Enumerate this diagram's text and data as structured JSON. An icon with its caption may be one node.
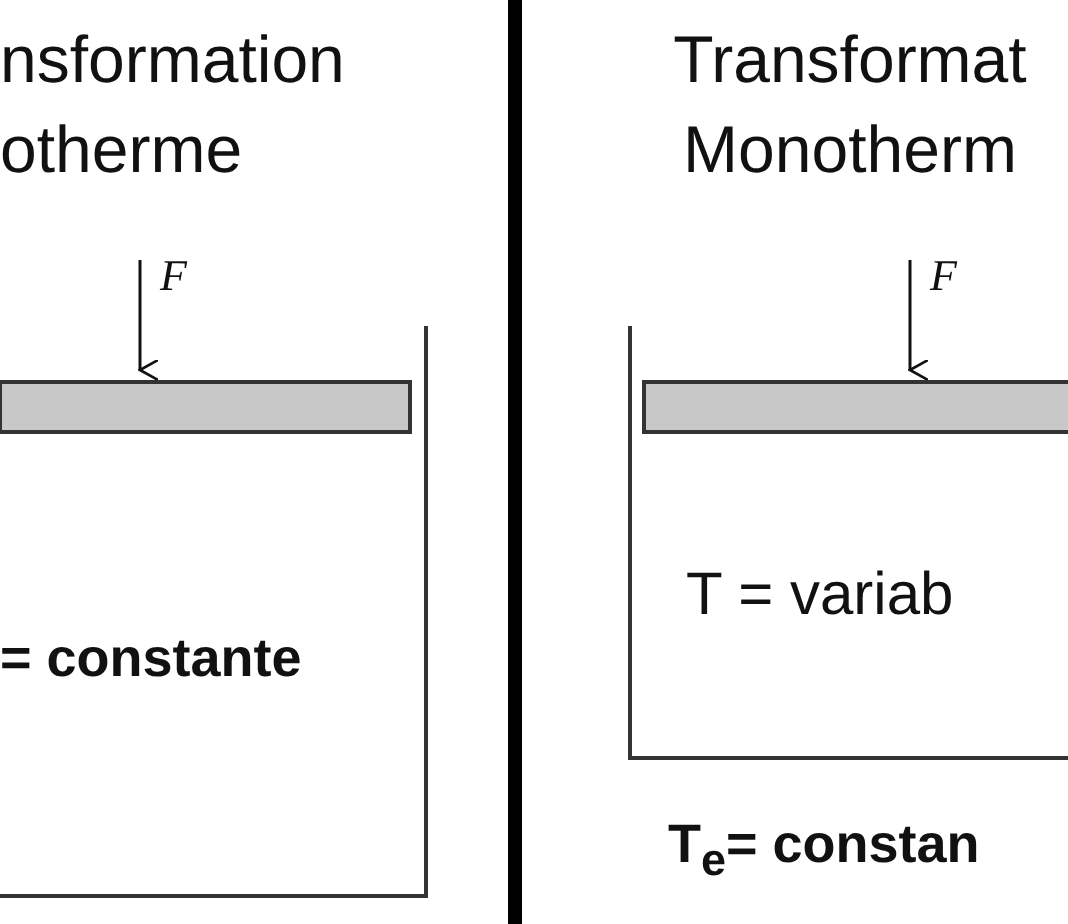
{
  "diagram": {
    "labels": [
      "nsformation otherme",
      "F",
      "= constante",
      "Transformat Monotherm",
      "F",
      "T = variab",
      "T$_{e}$= constan"
    ]
  }
}
